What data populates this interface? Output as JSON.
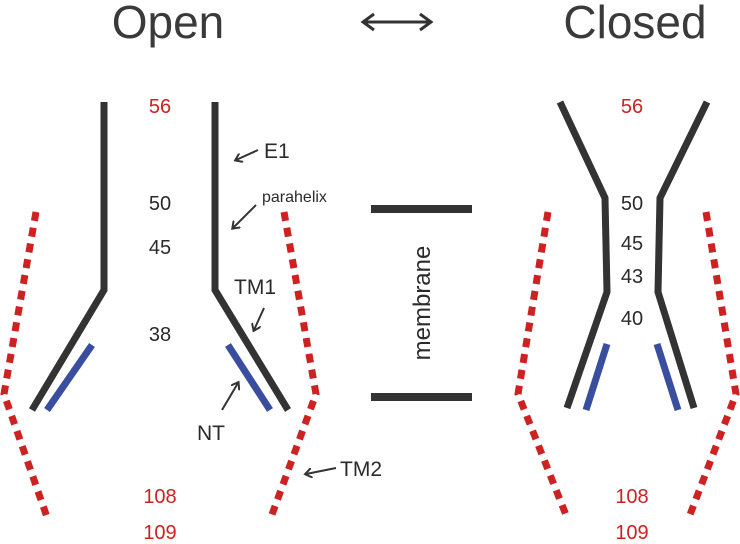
{
  "titles": {
    "open": "Open",
    "closed": "Closed"
  },
  "colors": {
    "helix": "#333333",
    "nterm": "#3a4ea0",
    "tm2": "#cc2222",
    "residue_red": "#cc2222",
    "residue_dark": "#2b2b2b"
  },
  "open_state": {
    "residues": {
      "r56": "56",
      "r50": "50",
      "r45": "45",
      "r38": "38",
      "r108": "108",
      "r109": "109"
    },
    "labels": {
      "e1": "E1",
      "parahelix": "parahelix",
      "tm1": "TM1",
      "nt": "NT",
      "tm2": "TM2"
    }
  },
  "closed_state": {
    "residues": {
      "r56": "56",
      "r50": "50",
      "r45": "45",
      "r43": "43",
      "r40": "40",
      "r108": "108",
      "r109": "109"
    }
  },
  "membrane": {
    "label": "membrane"
  },
  "transition_icon": "double-arrow-icon"
}
